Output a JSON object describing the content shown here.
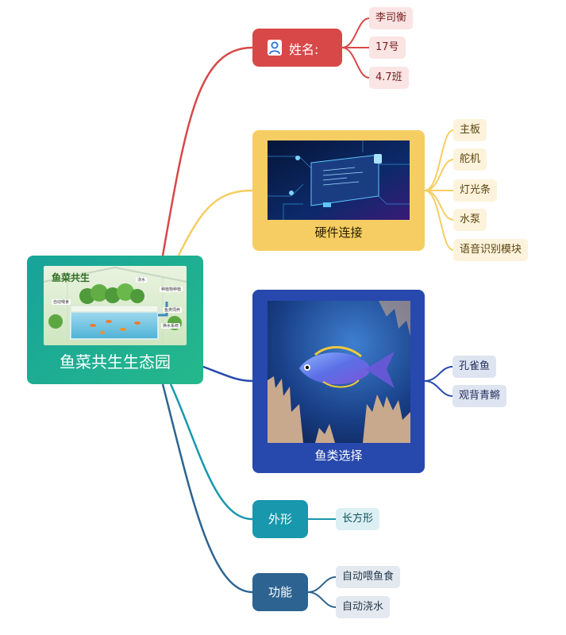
{
  "root": {
    "title": "鱼菜共生生态园",
    "image": {
      "heading": "鱼菜共生",
      "tags": [
        "浇水",
        "种植物种植",
        "自动喂食",
        "鱼类饲养",
        "换水系统"
      ]
    }
  },
  "branches": {
    "name": {
      "label": "姓名:",
      "items": [
        "李司衡",
        "17号",
        "4.7班"
      ]
    },
    "hardware": {
      "label": "硬件连接",
      "items": [
        "主板",
        "舵机",
        "灯光条",
        "水泵",
        "语音识别模块"
      ]
    },
    "fish": {
      "label": "鱼类选择",
      "items": [
        "孔雀鱼",
        "观背青鳉"
      ]
    },
    "shape": {
      "label": "外形",
      "items": [
        "长方形"
      ]
    },
    "function": {
      "label": "功能",
      "items": [
        "自动喂鱼食",
        "自动浇水"
      ]
    }
  },
  "colors": {
    "root": "#1fab91",
    "name": "#d84848",
    "hardware": "#f6cd62",
    "fish": "#2748ad",
    "shape": "#1897ad",
    "function": "#2d6390"
  }
}
